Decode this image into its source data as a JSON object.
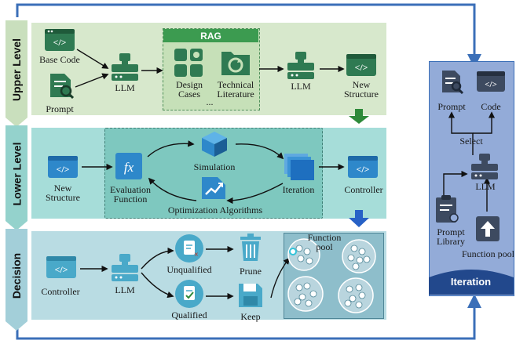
{
  "levels": {
    "upper": "Upper Level",
    "lower": "Lower Level",
    "decision": "Decision"
  },
  "upper": {
    "base_code": "Base Code",
    "prompt": "Prompt",
    "llm1": "LLM",
    "rag_title": "RAG",
    "design_cases": "Design\nCases",
    "technical_literature": "Technical\nLiterature",
    "ellipsis": "...",
    "llm2": "LLM",
    "new_structure": "New\nStructure"
  },
  "lower": {
    "new_structure": "New\nStructure",
    "evaluation_function": "Evaluation\nFunction",
    "simulation": "Simulation",
    "iteration": "Iteration",
    "optimization": "Optimization Algorithms",
    "controller": "Controller"
  },
  "decision": {
    "controller": "Controller",
    "llm": "LLM",
    "unqualified": "Unqualified",
    "qualified": "Qualified",
    "prune": "Prune",
    "keep": "Keep",
    "function_pool": "Function\npool"
  },
  "iteration_panel": {
    "prompt": "Prompt",
    "code": "Code",
    "select": "Select",
    "llm": "LLM",
    "prompt_library": "Prompt\nLibrary",
    "function_pool": "Function pool",
    "title": "Iteration"
  },
  "colors": {
    "upper_bg": "#d7e8cc",
    "lower_bg": "#a6ddd9",
    "decision_bg": "#b9dce3",
    "iteration_bg": "#93abd8",
    "icon_blue": "#2e88ca",
    "icon_green": "#2f7a52",
    "arrow_blue": "#3b6fb8",
    "arrow_green": "#2e8a3a"
  }
}
